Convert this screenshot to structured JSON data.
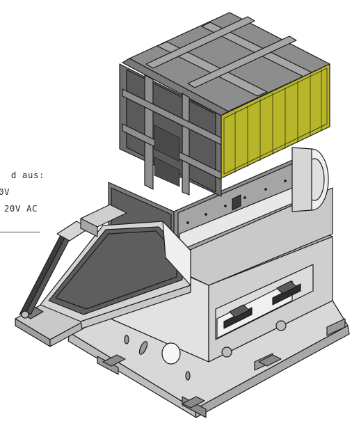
{
  "callout": {
    "line1": "d aus:",
    "line2": "0V",
    "line3": "20V AC"
  },
  "colors": {
    "outline": "#1a1a1a",
    "dark_gray": "#6e6e6e",
    "mid_gray": "#8c8c8c",
    "light_gray": "#c8c8c8",
    "pale_gray": "#e4e4e4",
    "screen_yellow": "#b7b52a",
    "door_dark": "#5e5e5e",
    "background": "#ffffff"
  }
}
